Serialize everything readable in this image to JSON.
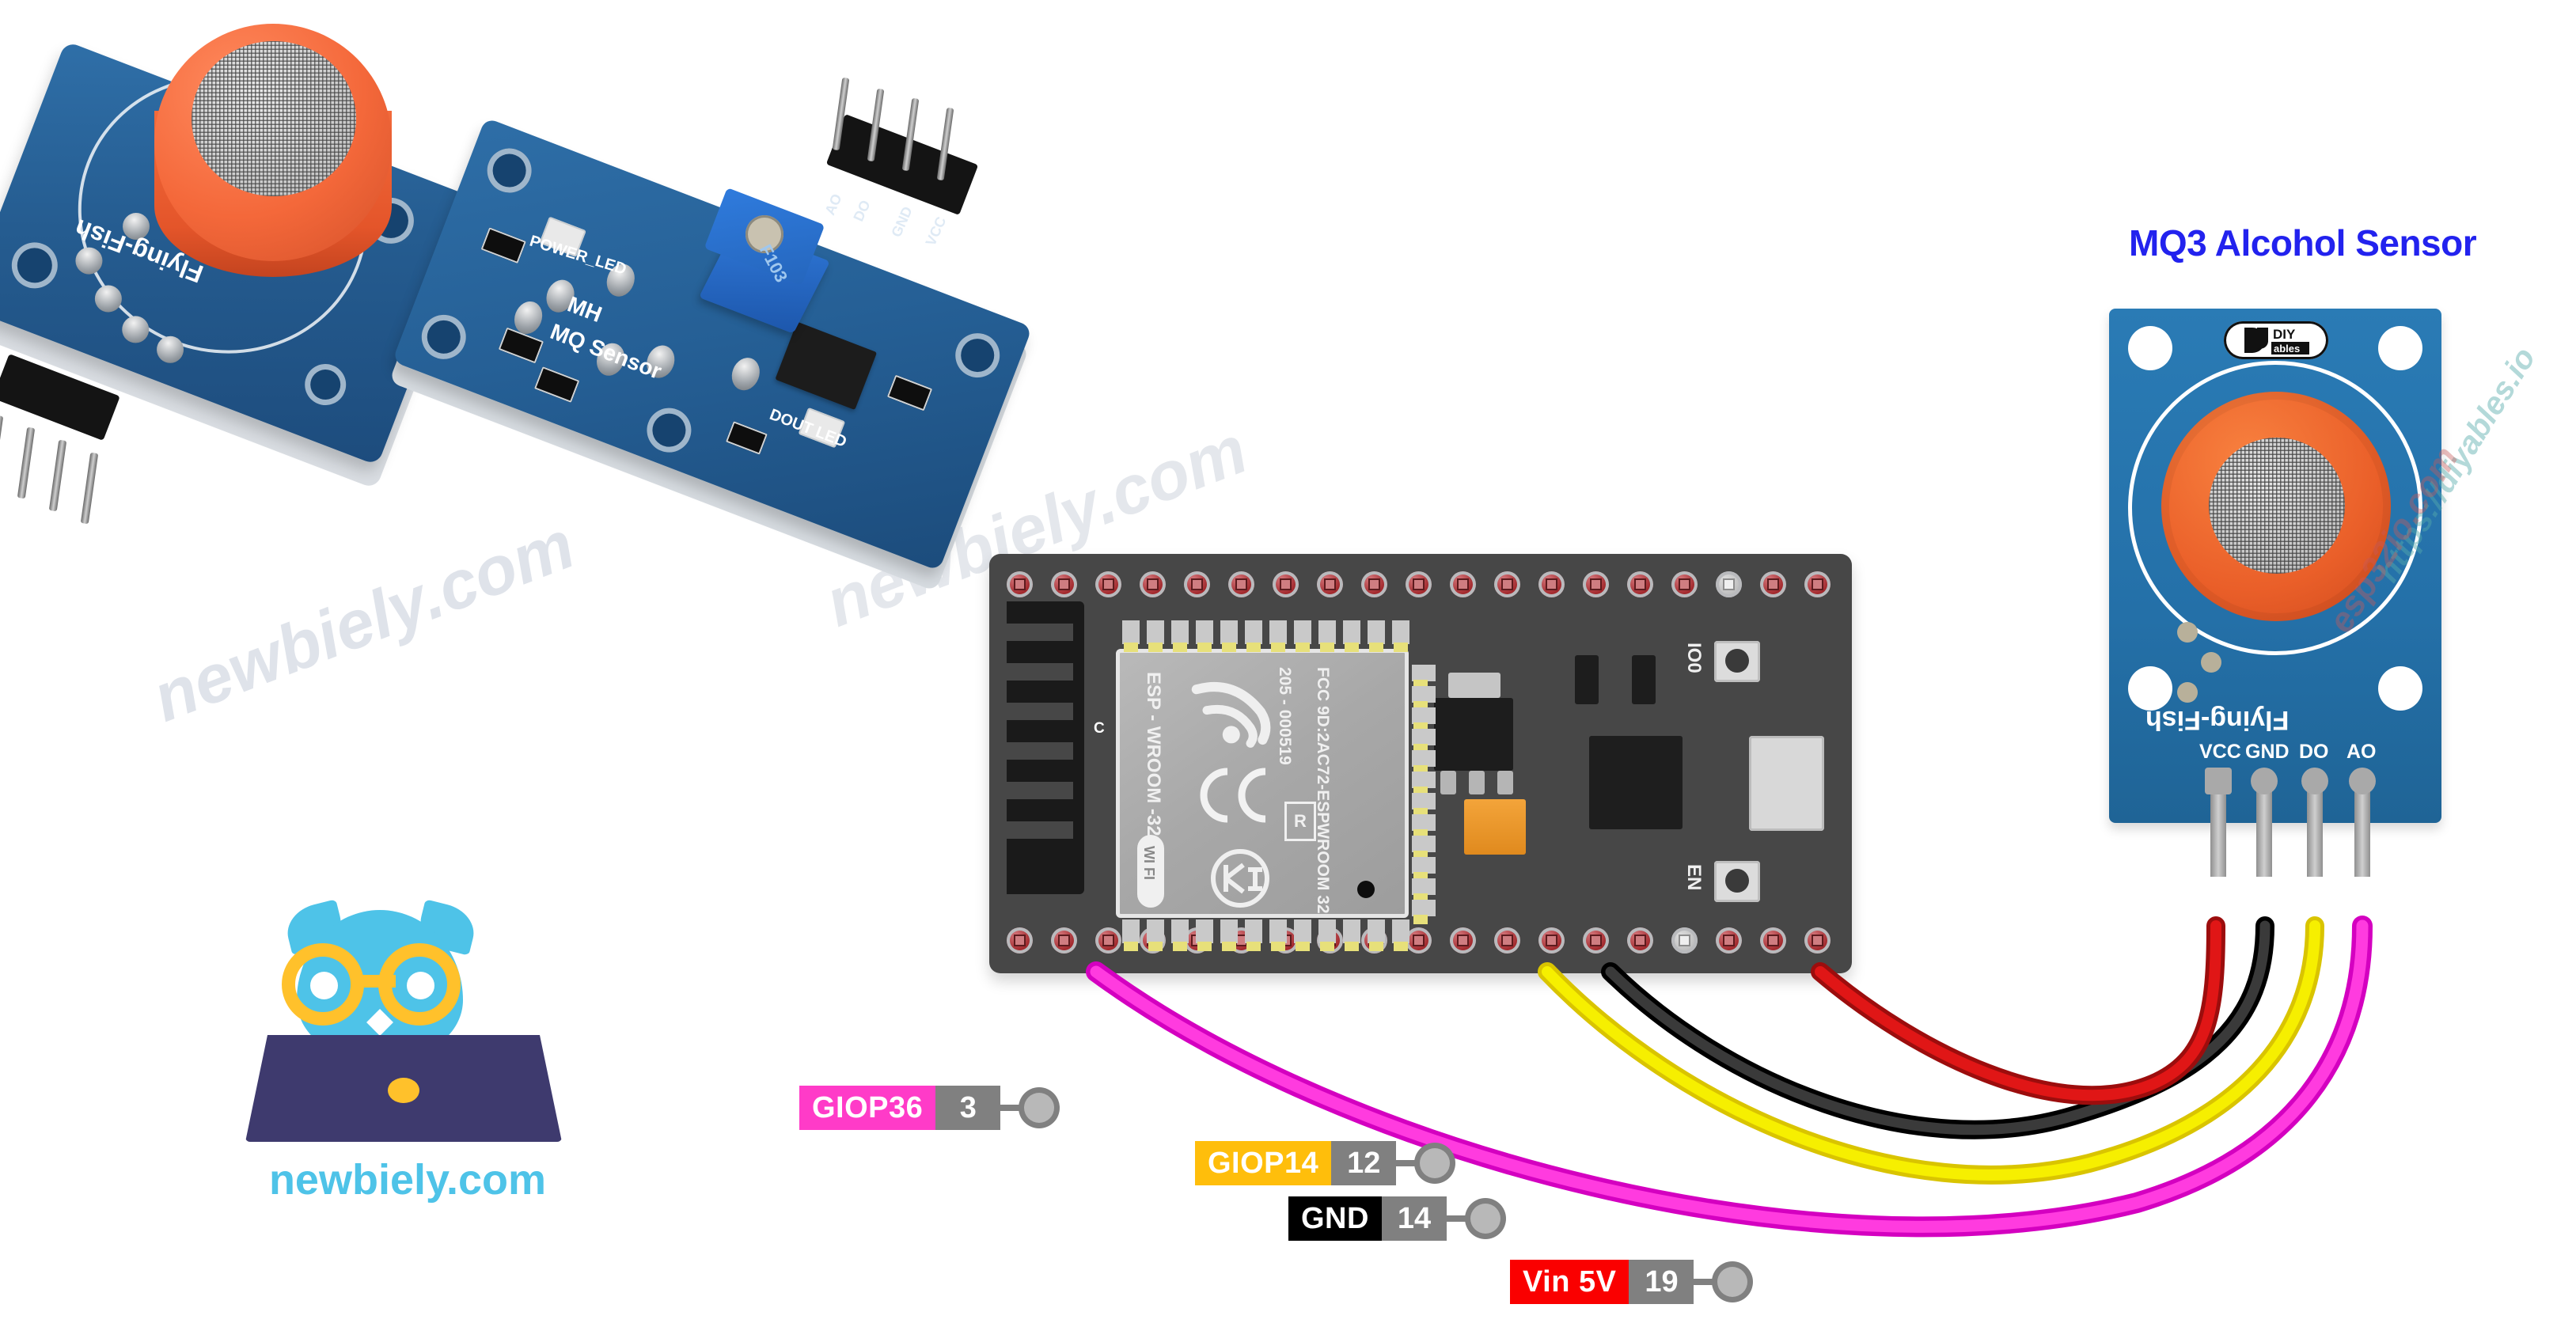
{
  "title": "MQ3 Alcohol Sensor",
  "title_color": "#2222ee",
  "watermarks": {
    "left": "newbiely.com",
    "middle": "newbiely.com",
    "sensor_top": "https://diyables.io",
    "sensor_bottom": "esp32io.com"
  },
  "boards": {
    "mq_cap_board": {
      "silk_brand": "Flying-Fish"
    },
    "mq_comparator_board": {
      "silk_title_1": "MH",
      "silk_title_2": "MQ Sensor",
      "silk_power_led": "POWER_LED",
      "silk_dout_led": "DOUT LED",
      "trimpot_code": "F103",
      "header_labels": [
        "AO",
        "DO",
        "GND",
        "VCC"
      ]
    },
    "esp32": {
      "module_name": "ESP - WROOM -32",
      "module_id": "205 - 000519",
      "module_fcc": "FCC 9D:2AC72-ESPWROOM 32",
      "wifi_mark": "WI FI",
      "ce_mark": "CE",
      "r_mark": "R",
      "button_io0": "IO0",
      "button_en": "EN",
      "antenna_mark": "C"
    },
    "mq3_sensor": {
      "brand_logo_line1": "DIY",
      "brand_logo_line2": "ables",
      "silk_brand": "Flying-Fish",
      "pins": [
        "VCC",
        "GND",
        "DO",
        "AO"
      ]
    }
  },
  "wires": [
    {
      "name": "ao-to-giop36",
      "from": "AO",
      "to": "GIOP36",
      "color": "#ee22dd"
    },
    {
      "name": "do-to-giop14",
      "from": "DO",
      "to": "GIOP14",
      "color": "#f2e400"
    },
    {
      "name": "gnd-to-gnd",
      "from": "GND",
      "to": "GND",
      "color": "#1a1a1a"
    },
    {
      "name": "vcc-to-vin5v",
      "from": "VCC",
      "to": "Vin 5V",
      "color": "#d41212"
    }
  ],
  "pin_labels": [
    {
      "name": "GIOP36",
      "pin": "3",
      "color": "#ff3bc8",
      "text_color": "#ffffff"
    },
    {
      "name": "GIOP14",
      "pin": "12",
      "color": "#ffbe0b",
      "text_color": "#ffffff"
    },
    {
      "name": "GND",
      "pin": "14",
      "color": "#000000",
      "text_color": "#ffffff"
    },
    {
      "name": "Vin 5V",
      "pin": "19",
      "color": "#fa0000",
      "text_color": "#ffffff"
    }
  ],
  "logo": {
    "text": "newbiely.com",
    "text_color": "#4ec3e8"
  }
}
